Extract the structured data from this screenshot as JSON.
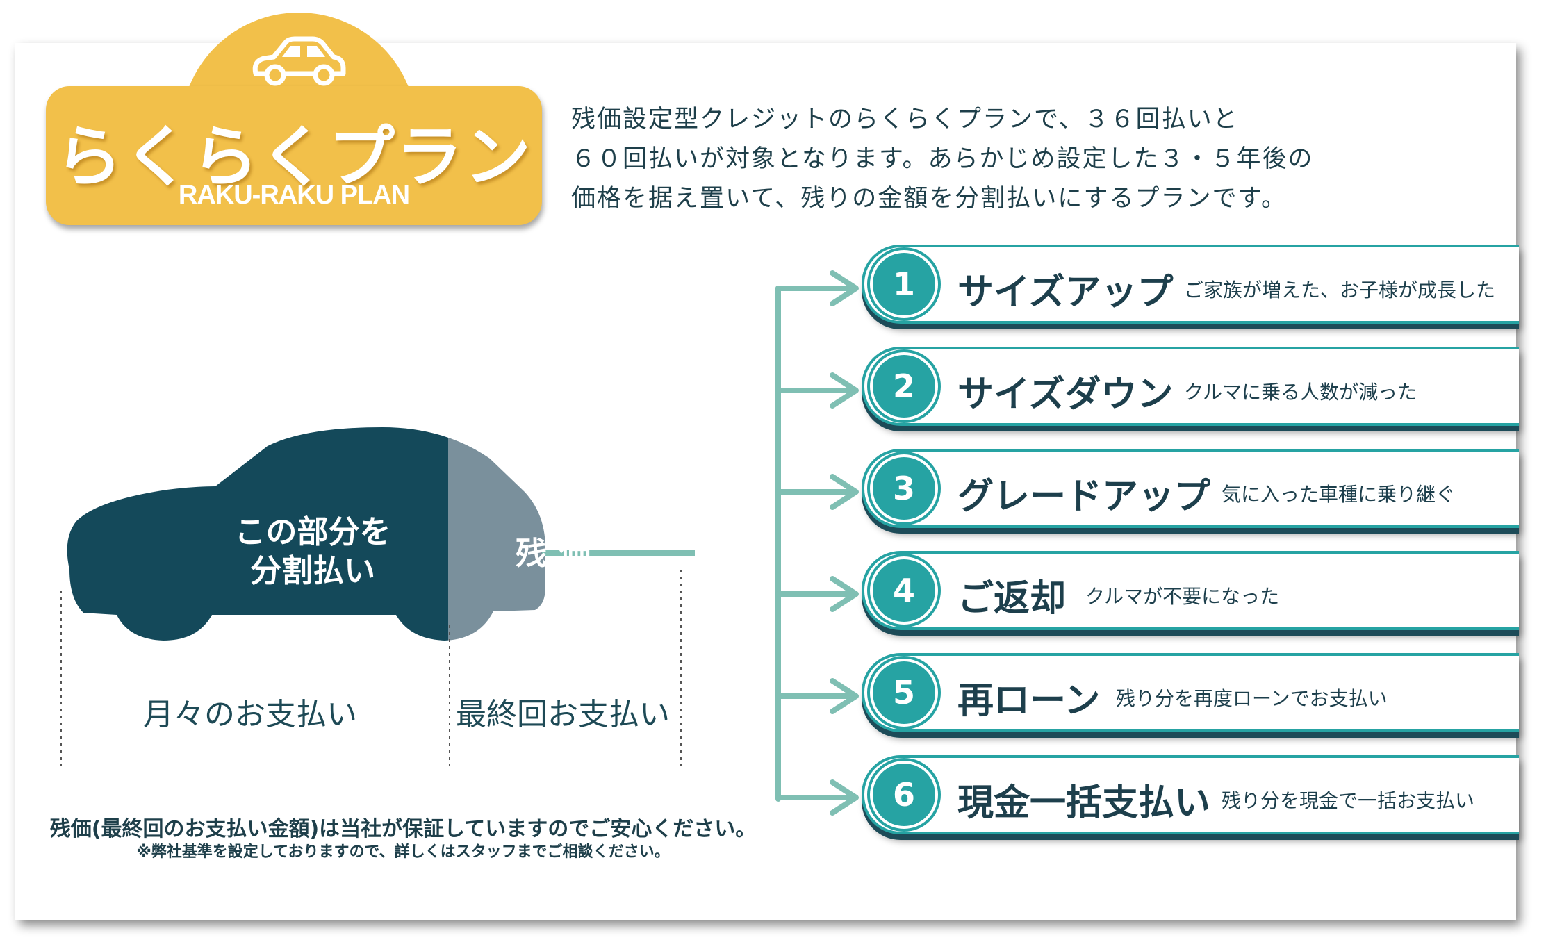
{
  "header": {
    "title": "らくらくプラン",
    "subtitle": "RAKU-RAKU PLAN",
    "intro_lines": [
      "残価設定型クレジットのらくらくプランで、３６回払いと",
      "６０回払いが対象となります。あらかじめ設定した３・５年後の",
      "価格を据え置いて、残りの金額を分割払いにするプランです。"
    ]
  },
  "car": {
    "left_label_line1": "この部分を",
    "left_label_line2": "分割払い",
    "right_label": "残価",
    "monthly_payment": "月々のお支払い",
    "final_payment": "最終回お支払い"
  },
  "notes": {
    "main": "残価(最終回のお支払い金額)は当社が保証していますのでご安心ください。",
    "sub": "※弊社基準を設定しておりますので、詳しくはスタッフまでご相談ください。"
  },
  "options": [
    {
      "number": "1",
      "title": "サイズアップ",
      "desc": "ご家族が増えた、お子様が成長した"
    },
    {
      "number": "2",
      "title": "サイズダウン",
      "desc": "クルマに乗る人数が減った"
    },
    {
      "number": "3",
      "title": "グレードアップ",
      "desc": "気に入った車種に乗り継ぐ"
    },
    {
      "number": "4",
      "title": "ご返却",
      "desc": "クルマが不要になった"
    },
    {
      "number": "5",
      "title": "再ローン",
      "desc": "残り分を再度ローンでお支払い"
    },
    {
      "number": "6",
      "title": "現金一括支払い",
      "desc": "残り分を現金で一括お支払い"
    }
  ],
  "colors": {
    "badge": "#f2c04a",
    "teal": "#26a3a3",
    "navy": "#14495a",
    "gray_blue": "#7a909c",
    "arrow": "#7fbfb3"
  }
}
